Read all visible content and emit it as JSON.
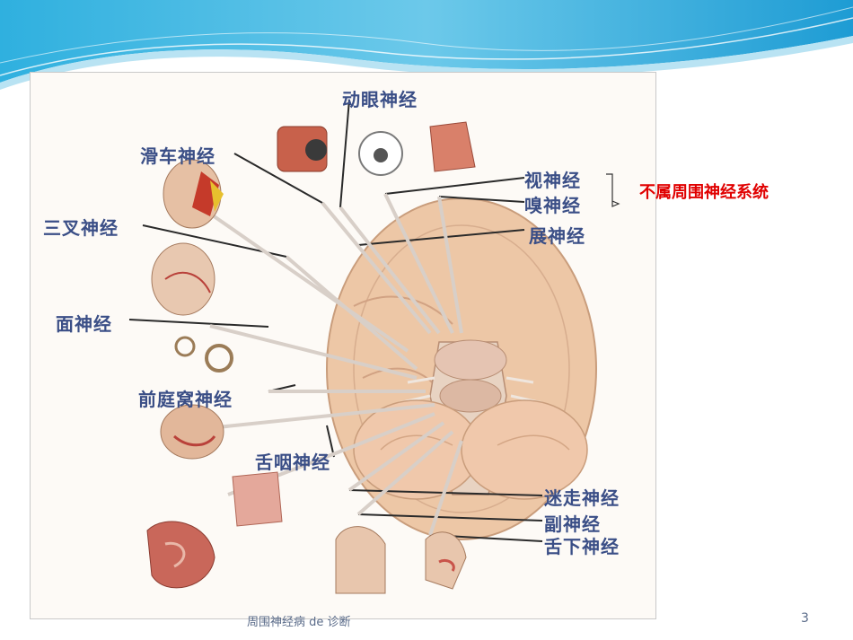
{
  "slide": {
    "footer_title": "周围神经病 de 诊断",
    "page_number": "3",
    "annotation": "不属周围神经系统",
    "colors": {
      "header_blue": "#27a6d8",
      "header_light": "#b9e3f3",
      "label_blue": "#3a4e86",
      "annotation_red": "#e00000"
    }
  },
  "diagram": {
    "labels": {
      "oculomotor": "动眼神经",
      "trochlear": "滑车神经",
      "optic": "视神经",
      "olfactory": "嗅神经",
      "trigeminal": "三叉神经",
      "abducens": "展神经",
      "facial": "面神经",
      "vestibulocochlear": "前庭窝神经",
      "glossopharyngeal": "舌咽神经",
      "vagus": "迷走神经",
      "accessory": "副神经",
      "hypoglossal": "舌下神经"
    }
  }
}
